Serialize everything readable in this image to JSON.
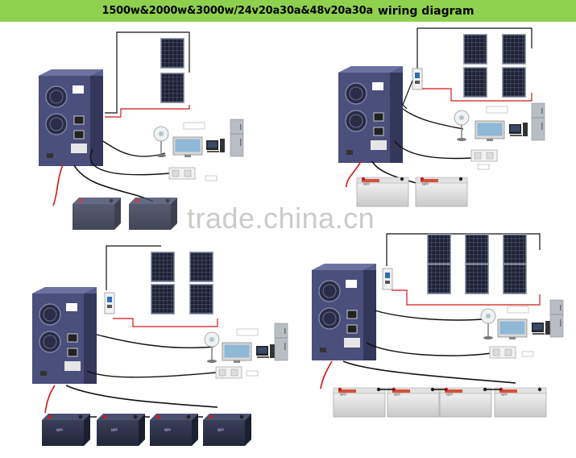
{
  "title": {
    "main": "1500w&2000w&3000w/24v20a30a&48v20a30a",
    "tail": "wiring diagram"
  },
  "watermark": "trade.china.cn",
  "battery_brand": "NPP",
  "colors": {
    "title_bar": "#8fd14f",
    "inverter_body": "#4a4f7c",
    "panel": "#23273a",
    "battery": "#dcdcdc",
    "battery_lid": "#d8503a",
    "cable_red": "#d01818",
    "cable_black": "#111111"
  },
  "systems": [
    {
      "id": "top-left",
      "panels": 2,
      "batteries": 2,
      "controller": false
    },
    {
      "id": "top-right",
      "panels": 4,
      "batteries": 2,
      "controller": true
    },
    {
      "id": "bottom-left",
      "panels": 4,
      "batteries": 4,
      "controller": true
    },
    {
      "id": "bottom-right",
      "panels": 6,
      "batteries": 4,
      "controller": true
    }
  ]
}
